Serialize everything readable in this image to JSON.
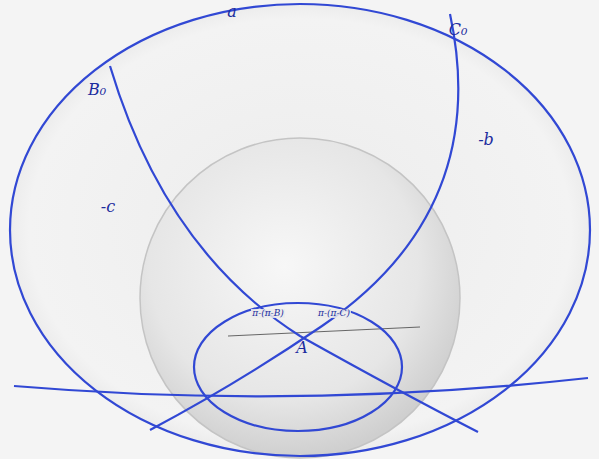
{
  "diagram": {
    "labels": [
      "a",
      "B₀",
      "C₀",
      "-b",
      "-c",
      "A",
      "π-(π-B)",
      "π-(π-C)"
    ]
  }
}
